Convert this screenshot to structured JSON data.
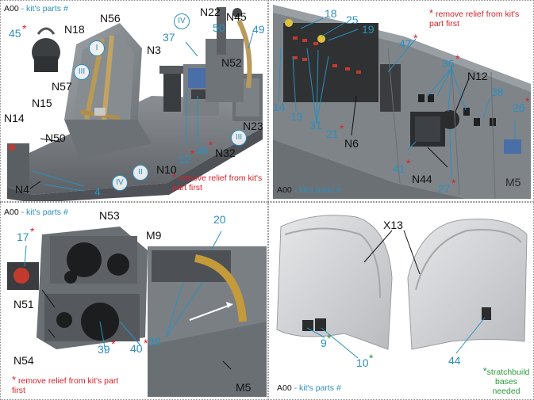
{
  "captions": {
    "code": "A00",
    "kit_parts": "- kit's parts #"
  },
  "notes": {
    "remove_relief": "remove relief from kit's part first",
    "stratchbuild": "stratchbuild bases needed",
    "red_star": "*",
    "green_star": "*"
  },
  "panel1": {
    "labels": {
      "n18": "N18",
      "n22": "N22",
      "n45": "N45",
      "n56": "N56",
      "n3": "N3",
      "n52": "N52",
      "n57": "N57",
      "n15": "N15",
      "n14": "N14",
      "n50": "N50",
      "n4": "N4",
      "n10": "N10",
      "n32": "N32",
      "n23": "N23",
      "p45": "45",
      "p50": "50",
      "p49": "49",
      "p37": "37",
      "p12": "12",
      "p46": "46",
      "p4": "4",
      "r1": "I",
      "r2": "II",
      "r3": "III",
      "r4": "IV"
    }
  },
  "panel2": {
    "labels": {
      "p18": "18",
      "p25": "25",
      "p19": "19",
      "p47": "47",
      "p36": "36",
      "n12": "N12",
      "p38": "38",
      "p26": "26",
      "p14": "14",
      "p13": "13",
      "p31": "31",
      "p21": "21",
      "n6": "N6",
      "p41": "41",
      "n44": "N44",
      "p27": "27",
      "m5": "M5"
    }
  },
  "panel3": {
    "labels": {
      "n53": "N53",
      "p17": "17",
      "n51": "N51",
      "n54": "N54",
      "p39": "39",
      "p40": "40",
      "m9": "M9",
      "p20": "20",
      "p38": "38",
      "m5": "M5"
    }
  },
  "panel4": {
    "labels": {
      "x13": "X13",
      "p9": "9",
      "p10": "10",
      "p44": "44"
    }
  }
}
